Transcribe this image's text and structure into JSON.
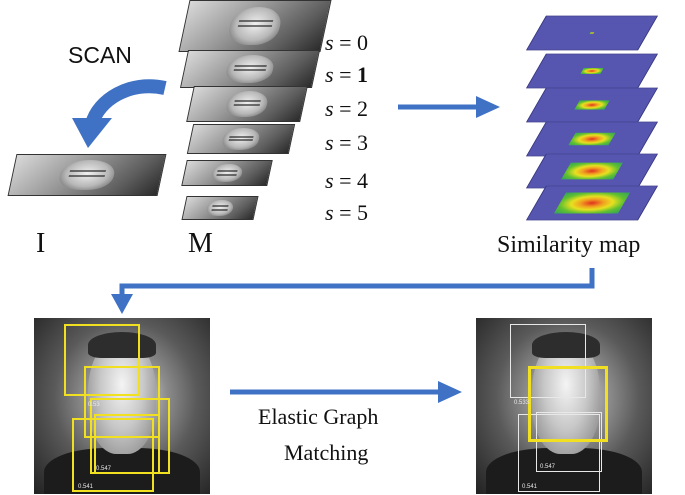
{
  "scan": {
    "label": "SCAN"
  },
  "scales": [
    {
      "var": "s",
      "eq": " = ",
      "num": "0",
      "bold": false
    },
    {
      "var": "s",
      "eq": " = ",
      "num": "1",
      "bold": true
    },
    {
      "var": "s",
      "eq": " = ",
      "num": "2",
      "bold": false
    },
    {
      "var": "s",
      "eq": " = ",
      "num": "3",
      "bold": false
    },
    {
      "var": "s",
      "eq": " = ",
      "num": "4",
      "bold": false
    },
    {
      "var": "s",
      "eq": " = ",
      "num": "5",
      "bold": false
    }
  ],
  "labels": {
    "image": "I",
    "model": "M",
    "similarity_map": "Similarity map"
  },
  "egm": {
    "line1": "Elastic Graph",
    "line2": "Matching"
  },
  "detections_left": [
    "0.53",
    "0.547",
    "0.541"
  ],
  "detections_right": [
    "0.533",
    "0.547",
    "0.541"
  ],
  "colors": {
    "arrow": "#3f72c4",
    "box_yellow": "#f0e020",
    "map_base": "#5656b0"
  }
}
